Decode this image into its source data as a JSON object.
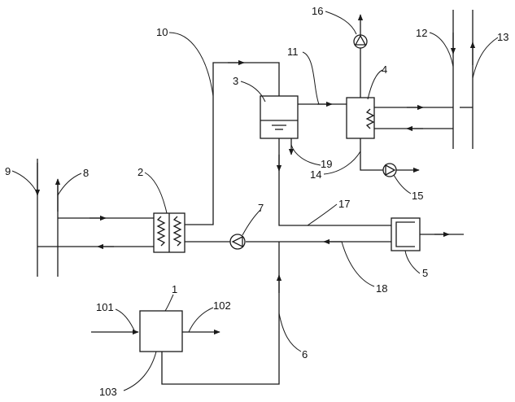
{
  "labels": {
    "n1": "1",
    "n2": "2",
    "n3": "3",
    "n4": "4",
    "n5": "5",
    "n6": "6",
    "n7": "7",
    "n8": "8",
    "n9": "9",
    "n10": "10",
    "n11": "11",
    "n12": "12",
    "n13": "13",
    "n14": "14",
    "n15": "15",
    "n16": "16",
    "n17": "17",
    "n18": "18",
    "n19": "19",
    "n101": "101",
    "n102": "102",
    "n103": "103"
  },
  "colors": {
    "line": "#1a1a1a",
    "background": "#ffffff"
  }
}
